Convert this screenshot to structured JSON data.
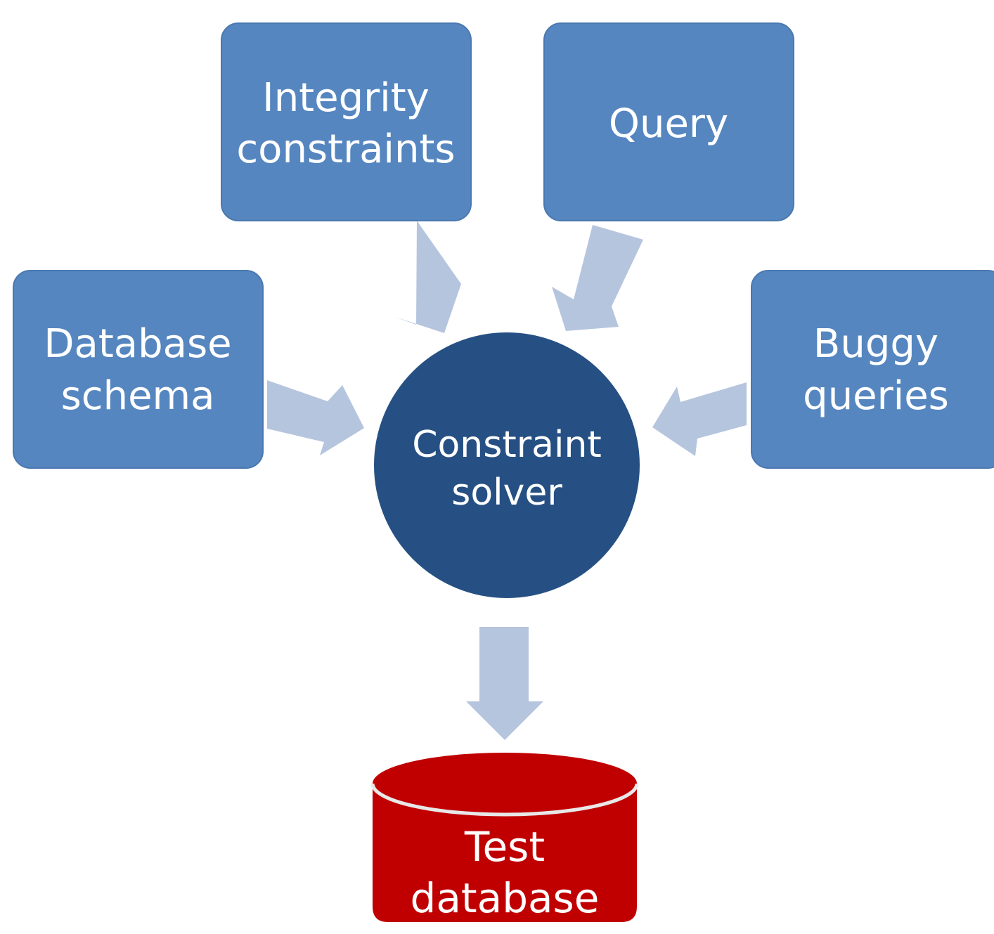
{
  "diagram": {
    "nodes": {
      "integrity": {
        "line1": "Integrity",
        "line2": "constraints"
      },
      "query": {
        "line1": "Query"
      },
      "schema": {
        "line1": "Database",
        "line2": "schema"
      },
      "buggy": {
        "line1": "Buggy",
        "line2": "queries"
      },
      "solver": {
        "line1": "Constraint",
        "line2": "solver"
      },
      "testdb": {
        "line1": "Test",
        "line2": "database"
      }
    },
    "edges": [
      {
        "from": "integrity",
        "to": "solver"
      },
      {
        "from": "query",
        "to": "solver"
      },
      {
        "from": "schema",
        "to": "solver"
      },
      {
        "from": "buggy",
        "to": "solver"
      },
      {
        "from": "solver",
        "to": "testdb"
      }
    ],
    "colors": {
      "input_box": "#5586c0",
      "input_box_border": "#4a78b0",
      "solver": "#265083",
      "arrow": "#b6c5de",
      "database": "#c00000",
      "database_rim": "#e8e8e8",
      "text": "#ffffff"
    }
  }
}
